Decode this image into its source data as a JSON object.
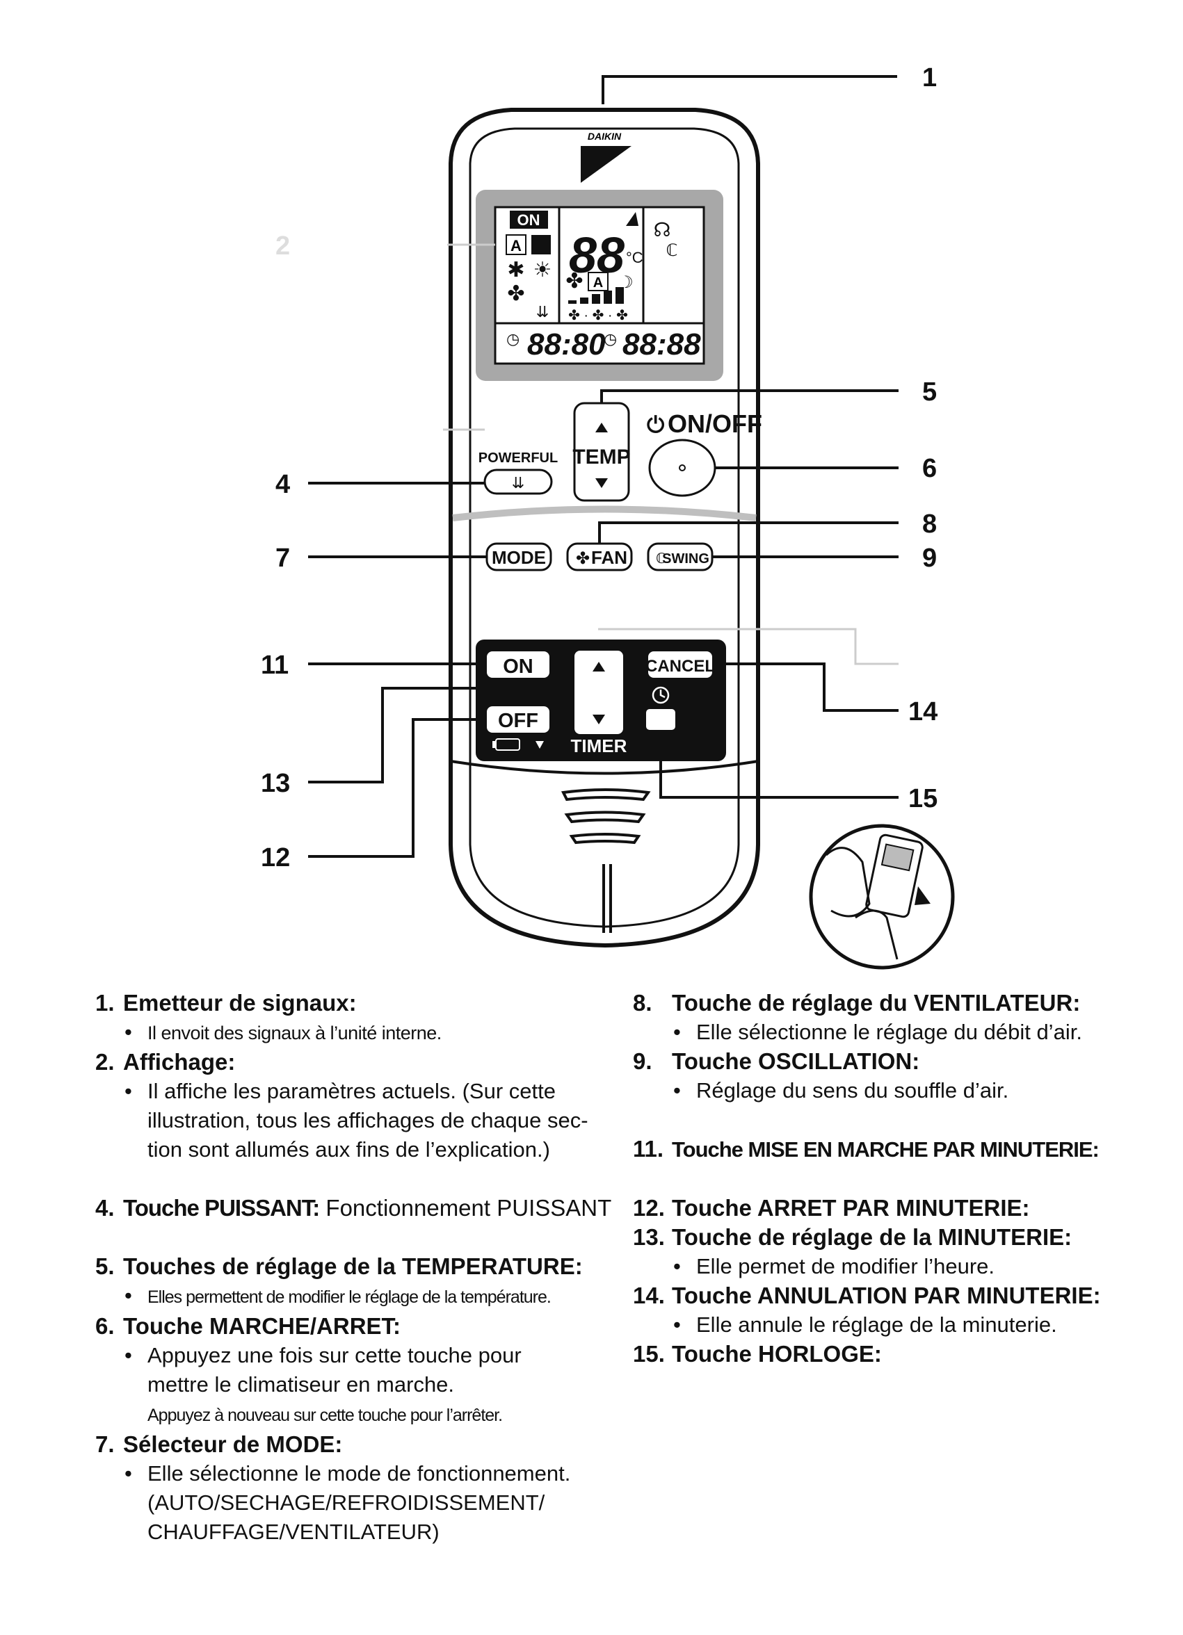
{
  "callouts": [
    "1",
    "2",
    "4",
    "5",
    "6",
    "7",
    "8",
    "9",
    "11",
    "12",
    "13",
    "14",
    "15"
  ],
  "remote": {
    "brand": "DAIKIN",
    "lcd": {
      "on_indicator": "ON",
      "temp_digits": "88",
      "temp_unit": "°C",
      "auto_symbol": "A",
      "fan_auto_symbol": "A",
      "timer_on_digits": "88:80",
      "timer_off_digits": "88:88"
    },
    "buttons": {
      "powerful": "POWERFUL",
      "temp": "TEMP",
      "onoff": "ON/OFF",
      "mode": "MODE",
      "fan": "FAN",
      "swing": "SWING",
      "timer_on": "ON",
      "timer_off": "OFF",
      "cancel": "CANCEL",
      "timer": "TIMER"
    },
    "icons": [
      "arrow-up-icon",
      "arrow-down-icon",
      "power-icon",
      "fan-icon",
      "swing-icon",
      "clock-icon",
      "battery-icon",
      "signal-transmitter-icon"
    ]
  },
  "descriptions": {
    "col1": {
      "i1": {
        "num": "1.",
        "title": "Emetteur de signaux:",
        "b1": "Il envoit des signaux à l’unité interne."
      },
      "i2": {
        "num": "2.",
        "title": "Affichage:",
        "b1": "Il affiche les paramètres actuels. (Sur cette",
        "b2": "illustration, tous les affichages de chaque sec-",
        "b3": "tion sont allumés aux fins de l’explication.)"
      },
      "i4": {
        "num": "4.",
        "title": "Touche PUISSANT:",
        "text": " Fonctionnement PUISSANT"
      },
      "i5": {
        "num": "5.",
        "title": "Touches de réglage de la TEMPERATURE:",
        "b1": "Elles permettent de modifier le réglage de la température."
      },
      "i6": {
        "num": "6.",
        "title": "Touche MARCHE/ARRET:",
        "b1": "Appuyez une fois sur cette touche pour",
        "b2": "mettre le climatiseur en marche.",
        "b3": "Appuyez à nouveau sur cette touche pour l’arrêter."
      },
      "i7": {
        "num": "7.",
        "title": "Sélecteur de MODE:",
        "b1": "Elle sélectionne le mode de fonctionnement.",
        "b2": "(AUTO/SECHAGE/REFROIDISSEMENT/",
        "b3": "CHAUFFAGE/VENTILATEUR)"
      }
    },
    "col2": {
      "i8": {
        "num": "8.",
        "title": "Touche de réglage du VENTILATEUR:",
        "b1": "Elle sélectionne le réglage du débit d’air."
      },
      "i9": {
        "num": "9.",
        "title": "Touche OSCILLATION:",
        "b1": "Réglage du sens du souffle d’air."
      },
      "i11": {
        "num": "11.",
        "title": "Touche MISE EN MARCHE PAR MINUTERIE:"
      },
      "i12": {
        "num": "12.",
        "title": "Touche ARRET PAR MINUTERIE:"
      },
      "i13": {
        "num": "13.",
        "title": "Touche de réglage de la MINUTERIE:",
        "b1": "Elle permet de modifier l’heure."
      },
      "i14": {
        "num": "14.",
        "title": "Touche ANNULATION PAR MINUTERIE:",
        "b1": "Elle annule le réglage de la minuterie."
      },
      "i15": {
        "num": "15.",
        "title": "Touche HORLOGE:"
      }
    }
  }
}
